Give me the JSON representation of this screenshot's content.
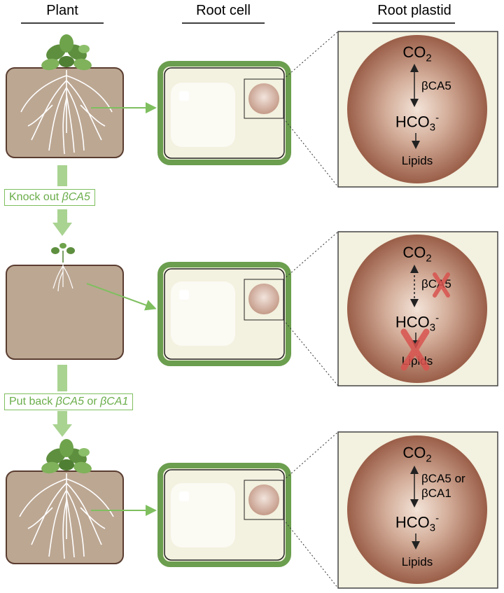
{
  "headers": {
    "plant": "Plant",
    "root_cell": "Root cell",
    "root_plastid": "Root plastid"
  },
  "steps": {
    "knockout": {
      "prefix": "Knock out ",
      "gene": "βCA5"
    },
    "putback": {
      "prefix": "Put back ",
      "gene1": "βCA5",
      "mid": " or ",
      "gene2": "βCA1"
    }
  },
  "panels": [
    {
      "co2": "CO",
      "co2_sub": "2",
      "enzyme_lines": [
        "βCA5"
      ],
      "hco3": "HCO",
      "hco3_sub": "3",
      "hco3_sup": "-",
      "lipids": "Lipids"
    },
    {
      "co2": "CO",
      "co2_sub": "2",
      "enzyme_lines": [
        "βCA5"
      ],
      "hco3": "HCO",
      "hco3_sub": "3",
      "hco3_sup": "-",
      "lipids": "Lipids"
    },
    {
      "co2": "CO",
      "co2_sub": "2",
      "enzyme_lines": [
        "βCA5 or",
        "βCA1"
      ],
      "hco3": "HCO",
      "hco3_sub": "3",
      "hco3_sup": "-",
      "lipids": "Lipids"
    }
  ],
  "colors": {
    "soil": "#bca793",
    "cell_wall": "#6b9e4e",
    "cytoplasm": "#f3f1df",
    "plastid": "#a36a56",
    "arrow_green": "#7fbf5f",
    "cross_red": "#d9534f"
  }
}
